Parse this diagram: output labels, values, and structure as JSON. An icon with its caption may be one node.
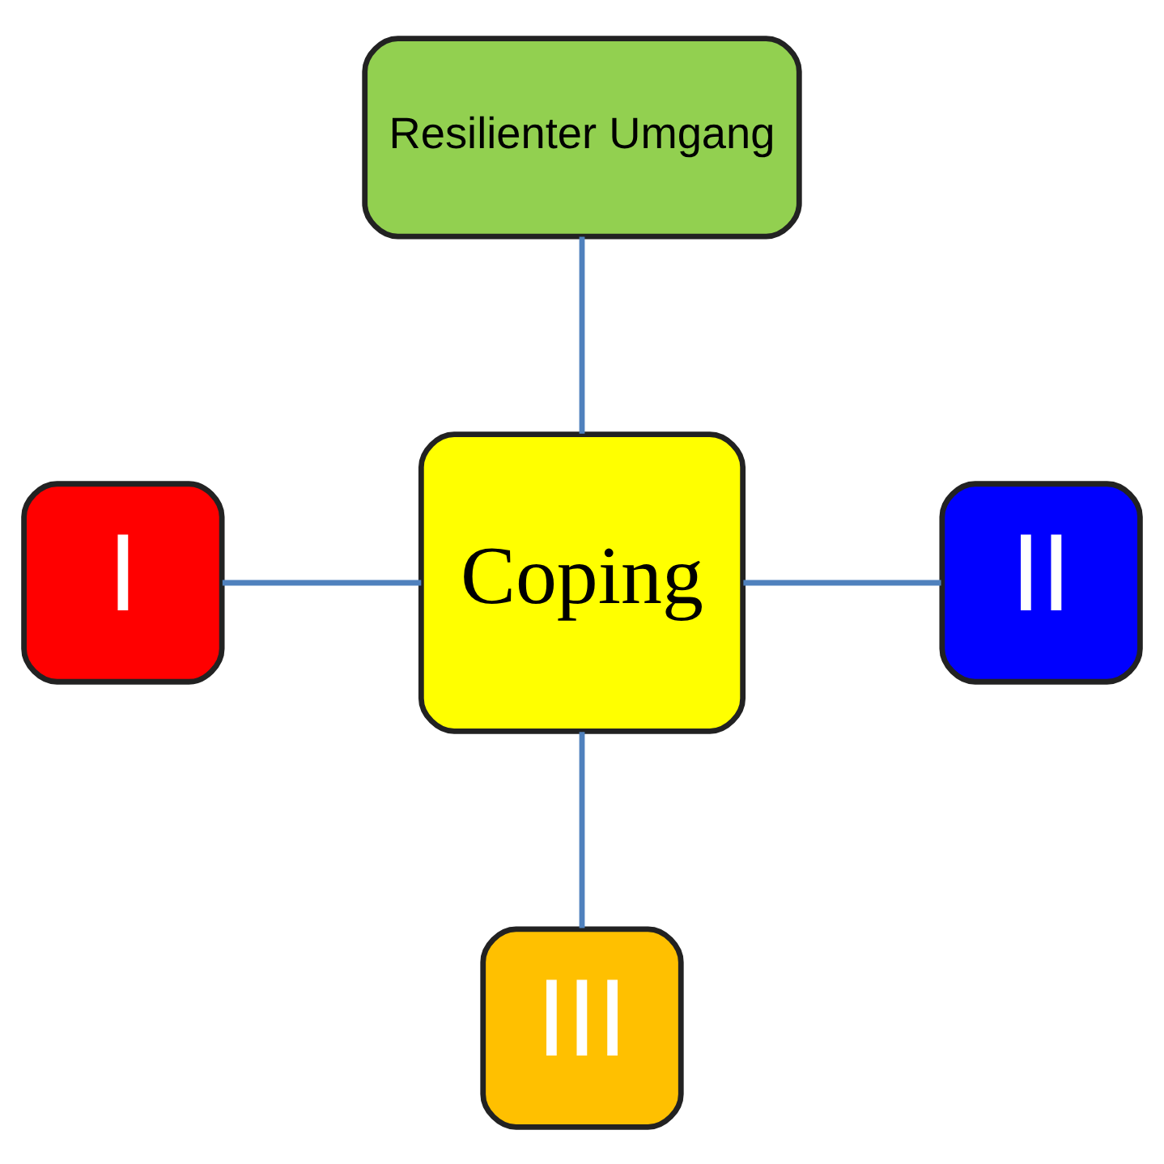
{
  "diagram": {
    "nodes": [
      {
        "text": [
          "Coping"
        ]
      },
      {
        "text": [
          "Resilienter Umgang"
        ]
      },
      {
        "text": [
          "I"
        ]
      },
      {
        "text": [
          "II"
        ]
      },
      {
        "text": [
          "III"
        ]
      }
    ],
    "edges": [
      {
        "from": 0,
        "to": 1,
        "arrow": "none"
      },
      {
        "from": 0,
        "to": 2,
        "arrow": "none"
      },
      {
        "from": 0,
        "to": 3,
        "arrow": "none"
      },
      {
        "from": 0,
        "to": 4,
        "arrow": "none"
      }
    ]
  }
}
